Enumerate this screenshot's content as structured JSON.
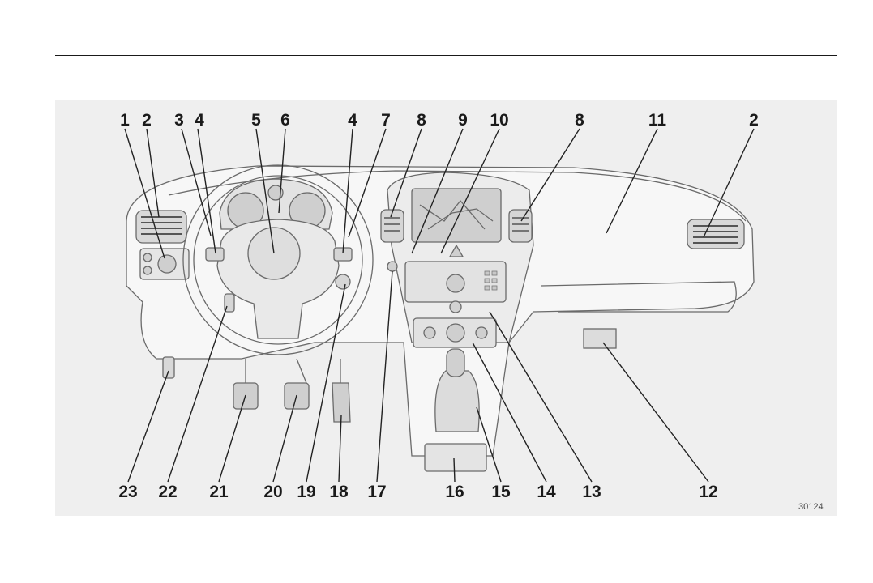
{
  "figure": {
    "image_code": "30124",
    "callouts": [
      {
        "n": "1",
        "id": "c1"
      },
      {
        "n": "2",
        "id": "c2a"
      },
      {
        "n": "3",
        "id": "c3"
      },
      {
        "n": "4",
        "id": "c4a"
      },
      {
        "n": "5",
        "id": "c5"
      },
      {
        "n": "6",
        "id": "c6"
      },
      {
        "n": "4",
        "id": "c4b"
      },
      {
        "n": "7",
        "id": "c7"
      },
      {
        "n": "8",
        "id": "c8a"
      },
      {
        "n": "9",
        "id": "c9"
      },
      {
        "n": "10",
        "id": "c10"
      },
      {
        "n": "8",
        "id": "c8b"
      },
      {
        "n": "11",
        "id": "c11"
      },
      {
        "n": "2",
        "id": "c2b"
      },
      {
        "n": "23",
        "id": "c23"
      },
      {
        "n": "22",
        "id": "c22"
      },
      {
        "n": "21",
        "id": "c21"
      },
      {
        "n": "20",
        "id": "c20"
      },
      {
        "n": "19",
        "id": "c19"
      },
      {
        "n": "18",
        "id": "c18"
      },
      {
        "n": "17",
        "id": "c17"
      },
      {
        "n": "16",
        "id": "c16"
      },
      {
        "n": "15",
        "id": "c15"
      },
      {
        "n": "14",
        "id": "c14"
      },
      {
        "n": "13",
        "id": "c13"
      },
      {
        "n": "12",
        "id": "c12"
      }
    ]
  }
}
